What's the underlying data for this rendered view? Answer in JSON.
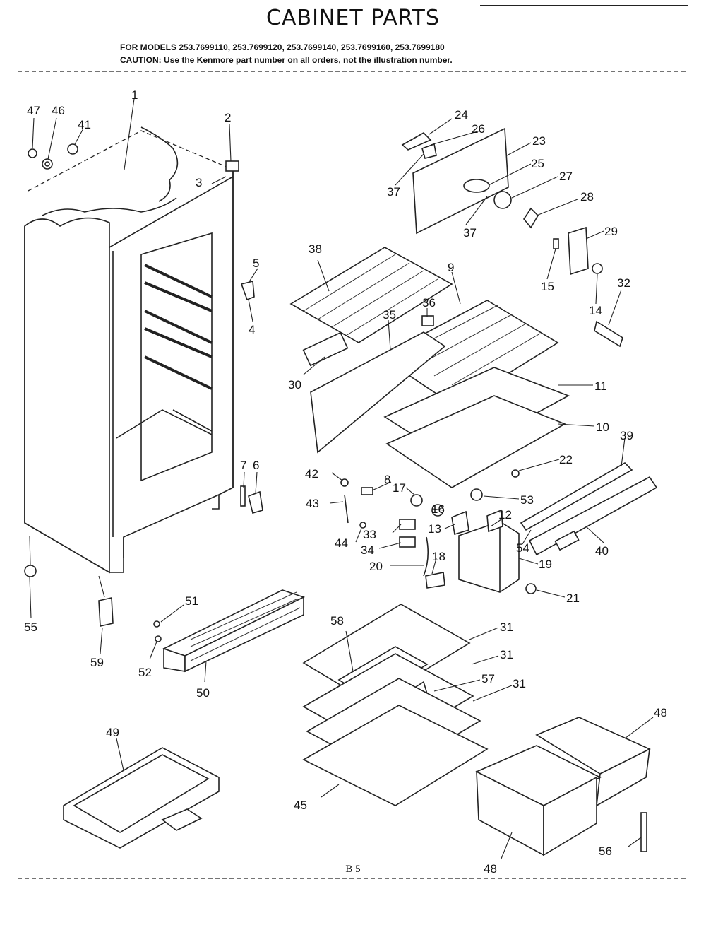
{
  "title": "CABINET PARTS",
  "models_line": "FOR MODELS 253.7699110, 253.7699120, 253.7699140, 253.7699160, 253.7699180",
  "caution_line": "CAUTION: Use the Kenmore part number on all orders, not the illustration number.",
  "page_ref": "B 5",
  "callouts": [
    {
      "id": "c47",
      "text": "47"
    },
    {
      "id": "c46",
      "text": "46"
    },
    {
      "id": "c41",
      "text": "41"
    },
    {
      "id": "c1",
      "text": "1"
    },
    {
      "id": "c2",
      "text": "2"
    },
    {
      "id": "c3",
      "text": "3"
    },
    {
      "id": "c5",
      "text": "5"
    },
    {
      "id": "c4",
      "text": "4"
    },
    {
      "id": "c7",
      "text": "7"
    },
    {
      "id": "c6",
      "text": "6"
    },
    {
      "id": "c55",
      "text": "55"
    },
    {
      "id": "c59",
      "text": "59"
    },
    {
      "id": "c51",
      "text": "51"
    },
    {
      "id": "c52",
      "text": "52"
    },
    {
      "id": "c50",
      "text": "50"
    },
    {
      "id": "c49",
      "text": "49"
    },
    {
      "id": "c24",
      "text": "24"
    },
    {
      "id": "c26",
      "text": "26"
    },
    {
      "id": "c23",
      "text": "23"
    },
    {
      "id": "c25",
      "text": "25"
    },
    {
      "id": "c27",
      "text": "27"
    },
    {
      "id": "c28",
      "text": "28"
    },
    {
      "id": "c37a",
      "text": "37"
    },
    {
      "id": "c37b",
      "text": "37"
    },
    {
      "id": "c29",
      "text": "29"
    },
    {
      "id": "c15",
      "text": "15"
    },
    {
      "id": "c14",
      "text": "14"
    },
    {
      "id": "c32",
      "text": "32"
    },
    {
      "id": "c38",
      "text": "38"
    },
    {
      "id": "c9",
      "text": "9"
    },
    {
      "id": "c36",
      "text": "36"
    },
    {
      "id": "c35",
      "text": "35"
    },
    {
      "id": "c30",
      "text": "30"
    },
    {
      "id": "c11",
      "text": "11"
    },
    {
      "id": "c10",
      "text": "10"
    },
    {
      "id": "c39",
      "text": "39"
    },
    {
      "id": "c22",
      "text": "22"
    },
    {
      "id": "c42",
      "text": "42"
    },
    {
      "id": "c8",
      "text": "8"
    },
    {
      "id": "c17",
      "text": "17"
    },
    {
      "id": "c53",
      "text": "53"
    },
    {
      "id": "c43",
      "text": "43"
    },
    {
      "id": "c16",
      "text": "16"
    },
    {
      "id": "c12",
      "text": "12"
    },
    {
      "id": "c13",
      "text": "13"
    },
    {
      "id": "c33",
      "text": "33"
    },
    {
      "id": "c44",
      "text": "44"
    },
    {
      "id": "c34",
      "text": "34"
    },
    {
      "id": "c54",
      "text": "54"
    },
    {
      "id": "c40",
      "text": "40"
    },
    {
      "id": "c18",
      "text": "18"
    },
    {
      "id": "c20",
      "text": "20"
    },
    {
      "id": "c19",
      "text": "19"
    },
    {
      "id": "c21",
      "text": "21"
    },
    {
      "id": "c58",
      "text": "58"
    },
    {
      "id": "c31a",
      "text": "31"
    },
    {
      "id": "c31b",
      "text": "31"
    },
    {
      "id": "c57",
      "text": "57"
    },
    {
      "id": "c31c",
      "text": "31"
    },
    {
      "id": "c45",
      "text": "45"
    },
    {
      "id": "c48a",
      "text": "48"
    },
    {
      "id": "c48b",
      "text": "48"
    },
    {
      "id": "c56",
      "text": "56"
    }
  ]
}
